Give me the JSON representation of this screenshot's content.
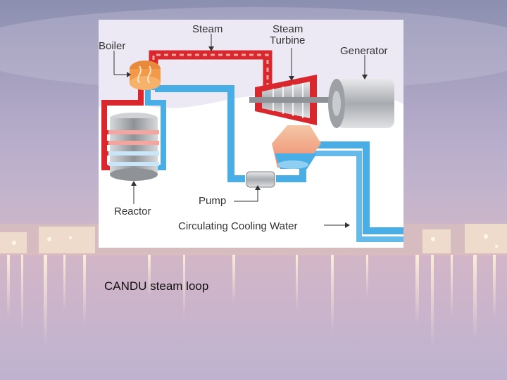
{
  "slide": {
    "caption": "CANDU steam loop"
  },
  "diagram": {
    "labels": {
      "boiler": "Boiler",
      "steam": "Steam",
      "steam_turbine_line1": "Steam",
      "steam_turbine_line2": "Turbine",
      "generator": "Generator",
      "pump": "Pump",
      "reactor": "Reactor",
      "cooling_water": "Circulating Cooling Water"
    },
    "colors": {
      "steam_red": "#d9272e",
      "water_blue": "#4aaee6",
      "metal_gray": "#b9bcc0"
    }
  }
}
